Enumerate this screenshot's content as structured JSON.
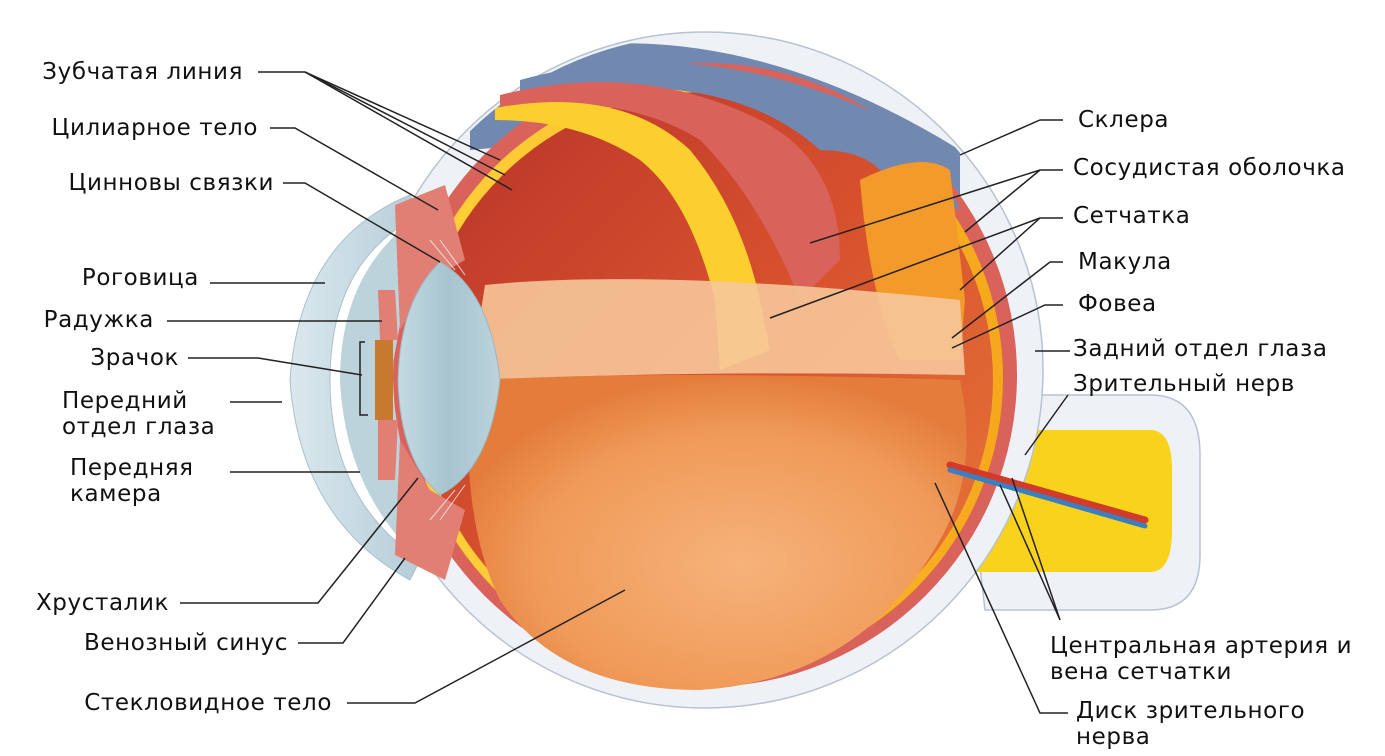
{
  "diagram": {
    "type": "anatomical-cross-section",
    "subject": "eye",
    "colors": {
      "sclera": "#eef2f7",
      "sclera_edge": "#b8c2d0",
      "choroid": "#d9625a",
      "retina": "#f7c21a",
      "vitreous": "#f0a060",
      "vitreous_light": "#f6c79a",
      "interior_dark": "#c8442e",
      "cornea": "#c7dce6",
      "lens": "#a9c8d3",
      "iris": "#c77a2e",
      "ciliary": "#e27f74",
      "blue_cut": "#7188b0",
      "nerve_yellow": "#f9d21c",
      "artery": "#d23a2a",
      "vein": "#3b7fc1",
      "leader_line": "#222222"
    }
  },
  "labels": {
    "left": [
      {
        "id": "ora-serrata",
        "text": "Зубчатая линия"
      },
      {
        "id": "ciliary-body",
        "text": "Цилиарное тело"
      },
      {
        "id": "zonules",
        "text": "Цинновы связки"
      },
      {
        "id": "cornea",
        "text": "Роговица"
      },
      {
        "id": "iris",
        "text": "Радужка"
      },
      {
        "id": "pupil",
        "text": "Зрачок"
      },
      {
        "id": "anterior-segment",
        "text": "Передний\nотдел глаза"
      },
      {
        "id": "anterior-chamber",
        "text": "Передняя\nкамера"
      },
      {
        "id": "lens",
        "text": "Хрусталик"
      },
      {
        "id": "venous-sinus",
        "text": "Венозный синус"
      },
      {
        "id": "vitreous-body",
        "text": "Стекловидное тело"
      }
    ],
    "right": [
      {
        "id": "sclera",
        "text": "Склера"
      },
      {
        "id": "choroid",
        "text": "Сосудистая оболочка"
      },
      {
        "id": "retina",
        "text": "Сетчатка"
      },
      {
        "id": "macula",
        "text": "Макула"
      },
      {
        "id": "fovea",
        "text": "Фовеа"
      },
      {
        "id": "posterior-segment",
        "text": "Задний отдел глаза"
      },
      {
        "id": "optic-nerve",
        "text": "Зрительный нерв"
      },
      {
        "id": "central-vessels",
        "text": "Центральная артерия и\nвена сетчатки"
      },
      {
        "id": "optic-disc",
        "text": "Диск зрительного\nнерва"
      }
    ]
  }
}
